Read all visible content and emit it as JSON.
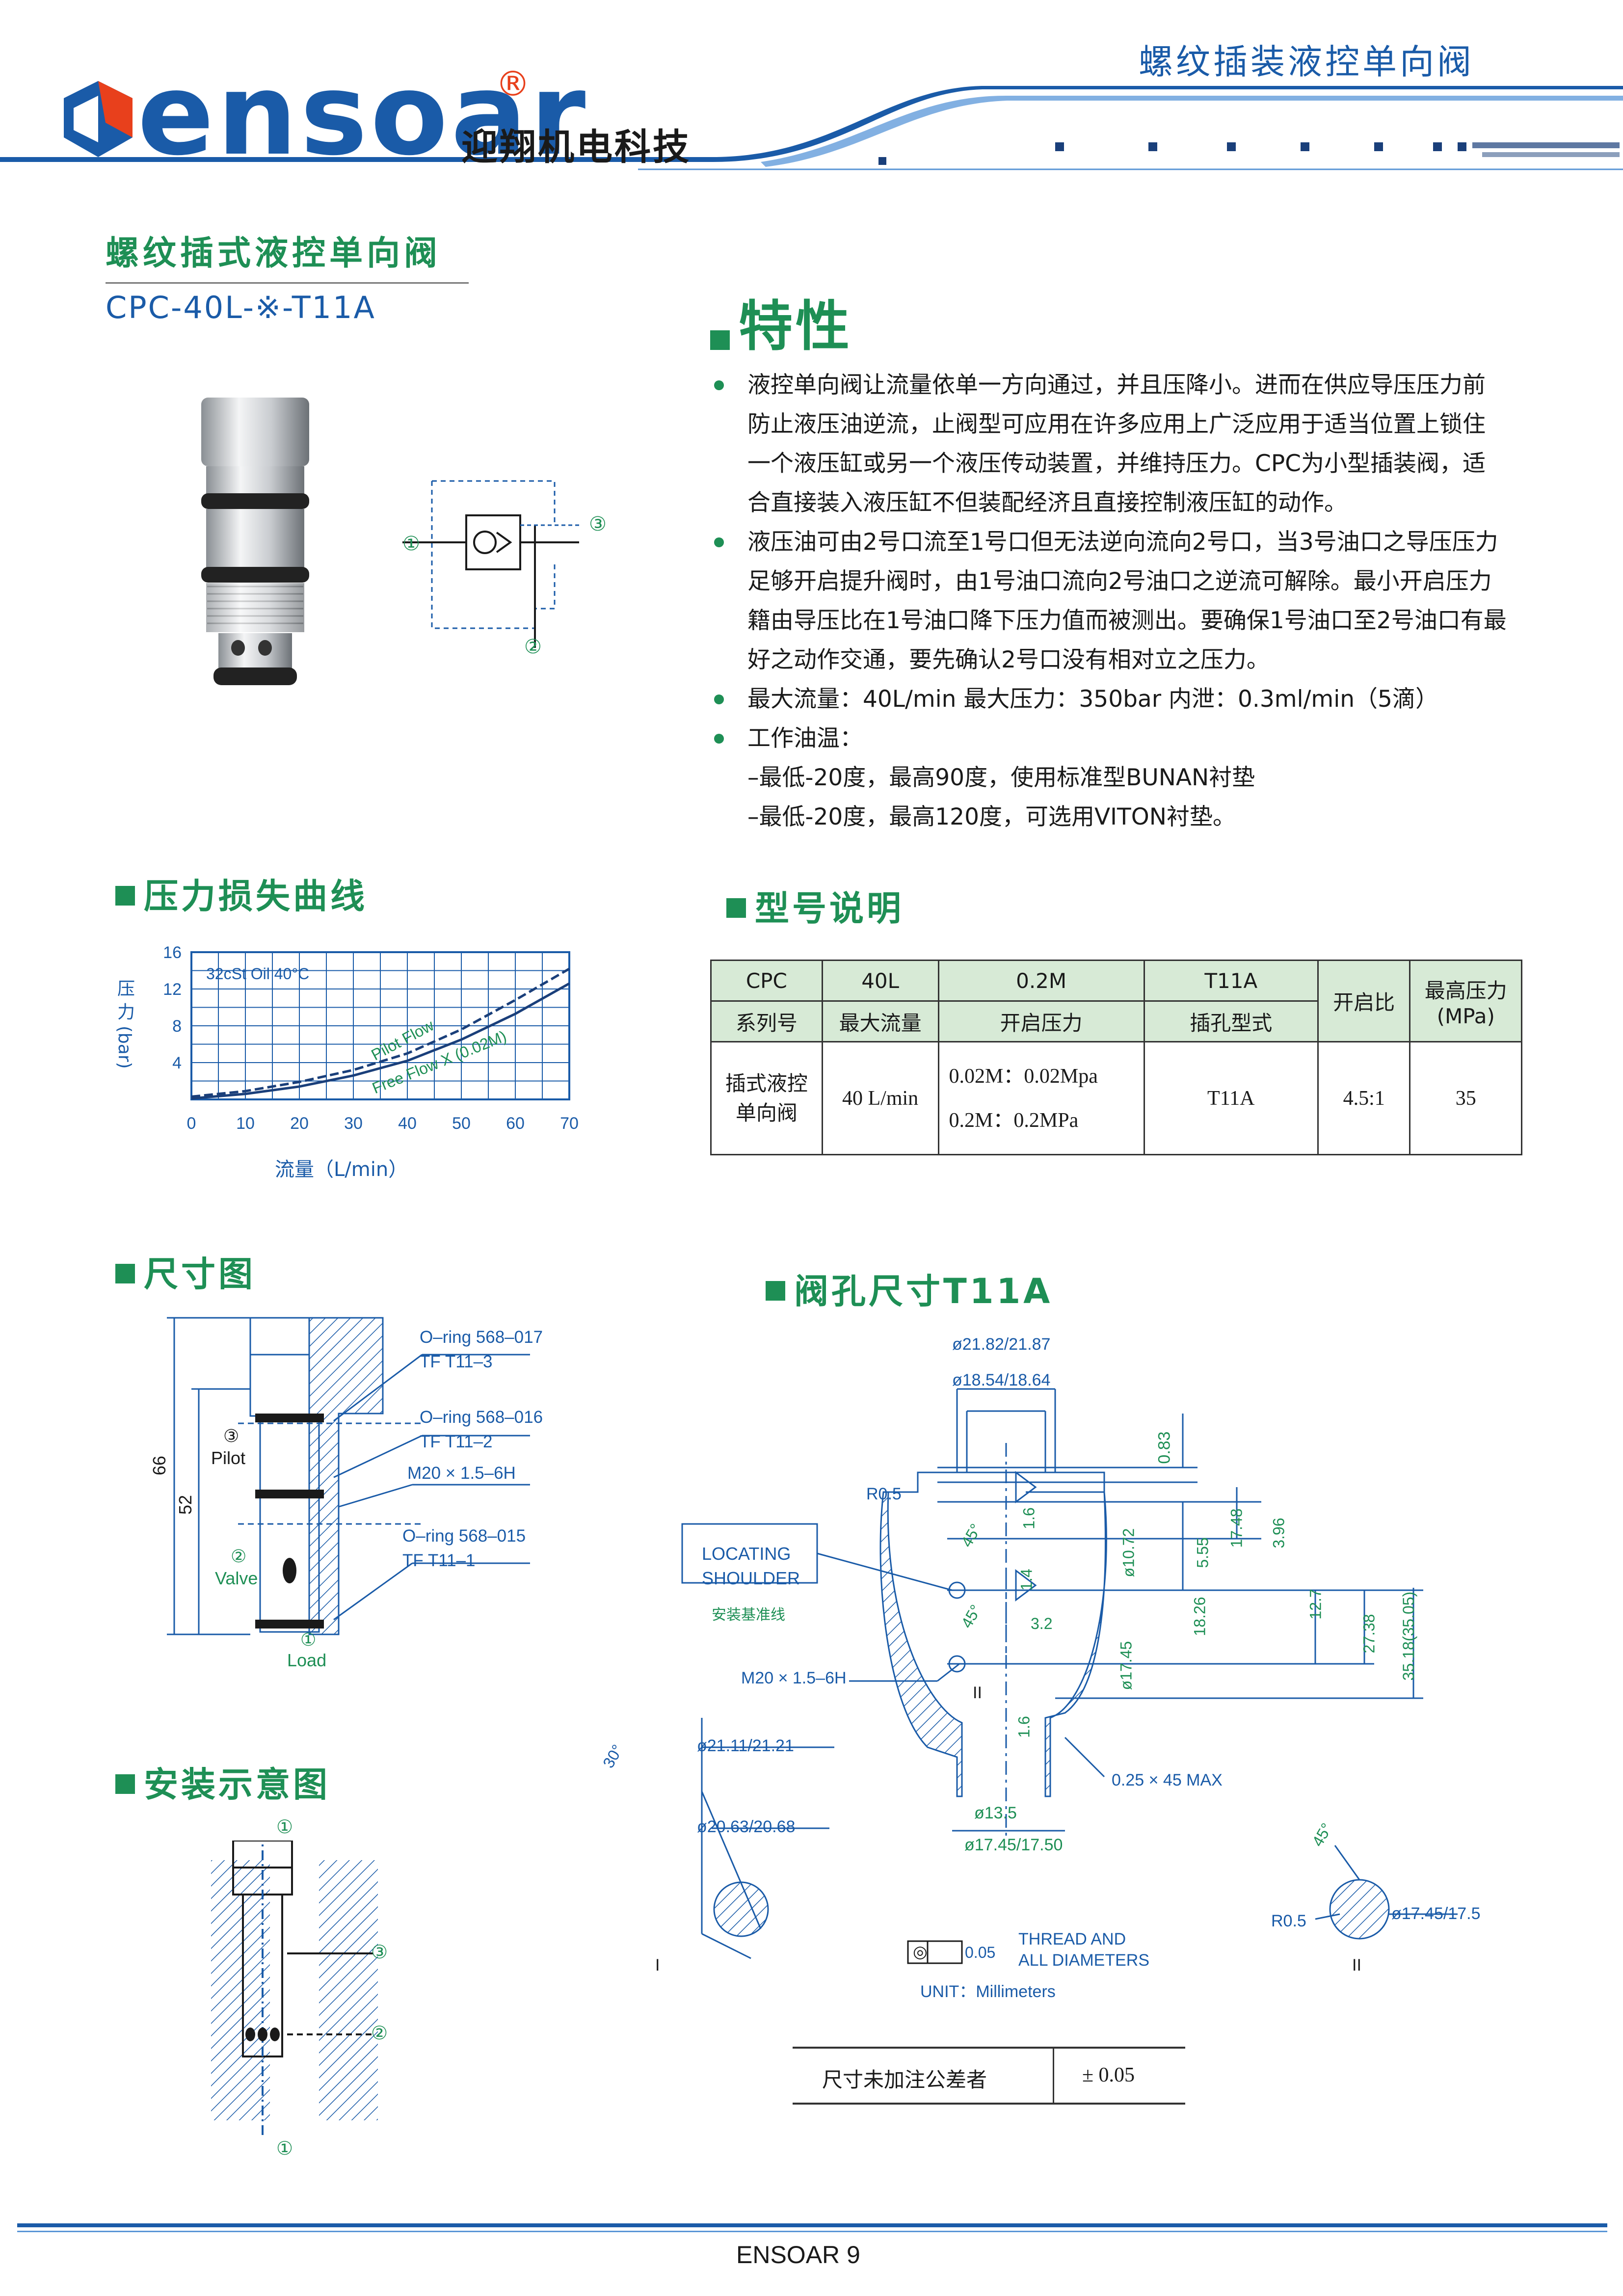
{
  "header": {
    "top_title": "螺纹插装液控单向阀",
    "logo_text": "ensoar",
    "logo_reg": "®",
    "logo_cn": "迎翔机电科技"
  },
  "product": {
    "name": "螺纹插式液控单向阀",
    "model": "CPC-40L-※-T11A"
  },
  "features": {
    "title": "特性",
    "lines": [
      "液控单向阀让流量依单一方向通过，并且压降小。进而在供应导压压力前",
      "防止液压油逆流，止阀型可应用在许多应用上广泛应用于适当位置上锁住",
      "一个液压缸或另一个液压传动装置，并维持压力。CPC为小型插装阀，适",
      "合直接装入液压缸不但装配经济且直接控制液压缸的动作。",
      "液压油可由2号口流至1号口但无法逆向流向2号口，当3号油口之导压压力",
      "足够开启提升阀时，由1号油口流向2号油口之逆流可解除。最小开启压力",
      "籍由导压比在1号油口降下压力值而被测出。要确保1号油口至2号油口有最",
      "好之动作交通，要先确认2号口没有相对立之压力。",
      "最大流量：40L/min      最大压力：350bar     内泄：0.3ml/min（5滴）",
      "工作油温：",
      "–最低-20度，最高90度，使用标准型BUNAN衬垫",
      "–最低-20度，最高120度，可选用VITON衬垫。"
    ]
  },
  "symbol_ports": {
    "p1": "①",
    "p2": "②",
    "p3": "③"
  },
  "pressure_curve": {
    "title": "压力损失曲线",
    "oil_note": "32cSt Oil 40°C",
    "ylabel": "压 力 (bar)",
    "xlabel": "流量（L/min）",
    "pilot_label": "Pilot Flow",
    "free_label": "Free Flow X (0.02M)"
  },
  "chart_data": {
    "type": "line",
    "title": "",
    "xlabel": "流量（L/min）",
    "ylabel": "压 力 (bar)",
    "xlim": [
      0,
      70
    ],
    "ylim": [
      0,
      16
    ],
    "xticks": [
      "0",
      "10",
      "20",
      "30",
      "40",
      "50",
      "60",
      "70"
    ],
    "yticks": [
      "16",
      "12",
      "8",
      "4"
    ],
    "series": [
      {
        "name": "Pilot Flow",
        "x": [
          0,
          10,
          20,
          30,
          40,
          50,
          60,
          70
        ],
        "y": [
          0.3,
          0.9,
          1.9,
          3.2,
          5.0,
          7.6,
          10.8,
          14.2
        ]
      },
      {
        "name": "Free Flow X (0.02M)",
        "x": [
          0,
          10,
          20,
          30,
          40,
          50,
          60,
          70
        ],
        "y": [
          0.1,
          0.6,
          1.4,
          2.6,
          4.2,
          6.5,
          9.3,
          12.6
        ]
      }
    ]
  },
  "model_desc": {
    "title": "型号说明",
    "h1": [
      "CPC",
      "40L",
      "0.2M",
      "T11A"
    ],
    "h2": [
      "系列号",
      "最大流量",
      "开启压力",
      "插孔型式"
    ],
    "ratio_head": "开启比",
    "maxp_head": "最高压力",
    "maxp_unit": "(MPa)",
    "row_name1": "插式液控",
    "row_name2": "单向阀",
    "flow": "40 L/min",
    "p1": "0.02M：0.02Mpa",
    "p2": "0.2M：0.2MPa",
    "cavity": "T11A",
    "ratio": "4.5:1",
    "maxp": "35"
  },
  "dimension": {
    "title": "尺寸图",
    "oring1": "O–ring 568–017",
    "tf1": "TF T11–3",
    "oring2": "O–ring 568–016",
    "tf2": "TF T11–2",
    "thread": "M20 × 1.5–6H",
    "oring3": "O–ring 568–015",
    "tf3": "TF T11–1",
    "d66": "66",
    "d52": "52",
    "pilot": "Pilot",
    "valve": "Valve",
    "load": "Load",
    "c3": "③",
    "c2": "②",
    "c1": "①"
  },
  "cavity": {
    "title": "阀孔尺寸T11A",
    "d1": "ø21.82/21.87",
    "d2": "ø18.54/18.64",
    "v083": "0.83",
    "r05": "R0.5",
    "v16a": "1.6",
    "v45a": "45°",
    "v1072": "ø10.72",
    "v555": "5.55",
    "v1748": "17.48",
    "v396": "3.96",
    "locating1": "LOCATING",
    "locating2": "SHOULDER",
    "locating_cn": "安装基准线",
    "v14": "1.4",
    "v127": "12.7",
    "v2738": "27.38",
    "v3518": "35.18(35.05)",
    "v45b": "45°",
    "v1826": "18.26",
    "v1745": "ø17.45",
    "v32": "3.2",
    "thread": "M20 × 1.5–6H",
    "roman2": "II",
    "v16b": "1.6",
    "chamfer": "0.25 × 45 MAX",
    "v30": "30°",
    "d2111": "ø21.11/21.21",
    "d2063": "ø20.63/20.68",
    "roman1": "I",
    "d135": "ø13.5",
    "d1745b": "ø17.45/17.50",
    "tol_sym": "◎",
    "tol_val": "0.05",
    "thread_note1": "THREAD AND",
    "thread_note2": "ALL DIAMETERS",
    "unit": "UNIT：Millimeters",
    "detail_45": "45°",
    "detail_r05": "R0.5",
    "detail_d": "ø17.45/17.5",
    "detail_roman": "II"
  },
  "tolerance": {
    "label": "尺寸未加注公差者",
    "value": "± 0.05"
  },
  "install": {
    "title": "安装示意图",
    "p1": "①",
    "p3": "③",
    "p2": "②",
    "p1b": "①"
  },
  "footer": {
    "text": "ENSOAR  9"
  }
}
